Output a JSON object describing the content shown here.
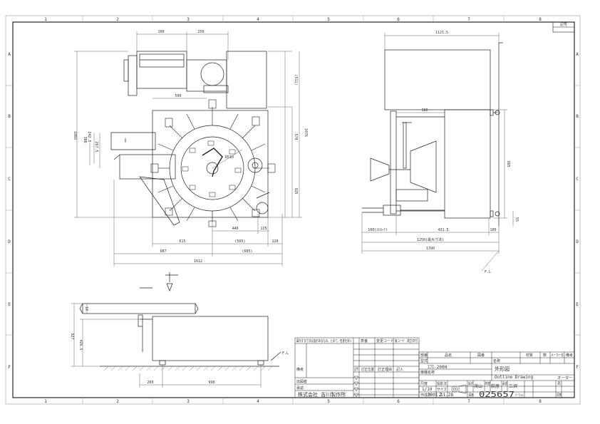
{
  "grid": {
    "columns": [
      "1",
      "2",
      "3",
      "4",
      "5",
      "6",
      "7",
      "8"
    ],
    "rows": [
      "A",
      "B",
      "C",
      "D",
      "E",
      "F"
    ]
  },
  "revision_box": {
    "label": "記号"
  },
  "front_view": {
    "dims_top": [
      "100",
      "250"
    ],
    "dim_590": "590",
    "dims_left": [
      "1003",
      "300",
      "242.5",
      "267.5"
    ],
    "dims_right": [
      "(511)",
      "570",
      "925",
      "1076"
    ],
    "radius": "R510",
    "dims_bottom_row1": [
      "440",
      "125"
    ],
    "dims_bottom_row2": [
      "615",
      "(565)",
      "120"
    ],
    "dims_bottom_row3": [
      "987",
      "(685)"
    ],
    "dim_total": "1612"
  },
  "side_view": {
    "dim_top": "1121.5",
    "dim_380": "380",
    "dim_985": "985",
    "dim_55": "55",
    "dim_row1": [
      "100(ｽﾄﾛｰｸ)",
      "431.5",
      "100"
    ],
    "dim_row2": "1250(最大寸法)",
    "dim_row3": "1390",
    "gl_label": "F.L"
  },
  "top_view": {
    "dims_left": [
      "927",
      "426.5"
    ],
    "dim_10": "10",
    "dims_bottom": [
      "260",
      "990"
    ],
    "gl_label": "F.L"
  },
  "notes": {
    "caution": "図示する寸法は指示あるもの、とめて、但書を除く",
    "checked_by": "出図者",
    "approved_by": "承認",
    "remark": "備考",
    "revision_cols": [
      "表番",
      "変更コード",
      "版コード",
      "改訂日付"
    ],
    "revision_row_labels": [
      "記号",
      "訂正位置",
      "訂正理由",
      "記入"
    ],
    "company": "株式会社 吉川製作所"
  },
  "title_block": {
    "parts_header": [
      "部番",
      "品名",
      "図番",
      "材質",
      "数",
      "メーカー名",
      "備考"
    ],
    "model_label": "型式",
    "model": "ｴﾌｴ-200H",
    "unit_label": "機種名称",
    "name_label": "名称",
    "name": "外形図",
    "name_en": "Outline Drawing",
    "scale_label": "尺度",
    "scale": "1/10",
    "projection_label": "投影法",
    "size_label": "サイズ",
    "size": "2",
    "date_label": "作成日",
    "date": "2001.11.28",
    "designer_label": "設計",
    "designer": "茂山",
    "checker_label": "検査",
    "checker": "萩原",
    "approver_label": "承認",
    "approver": "三沢",
    "drawing_no_label": "図番",
    "drawing_no": "025657",
    "version_label": "バージョン",
    "page_label": "頁",
    "page_of_label": "頁数",
    "order_label": "オーダー"
  }
}
